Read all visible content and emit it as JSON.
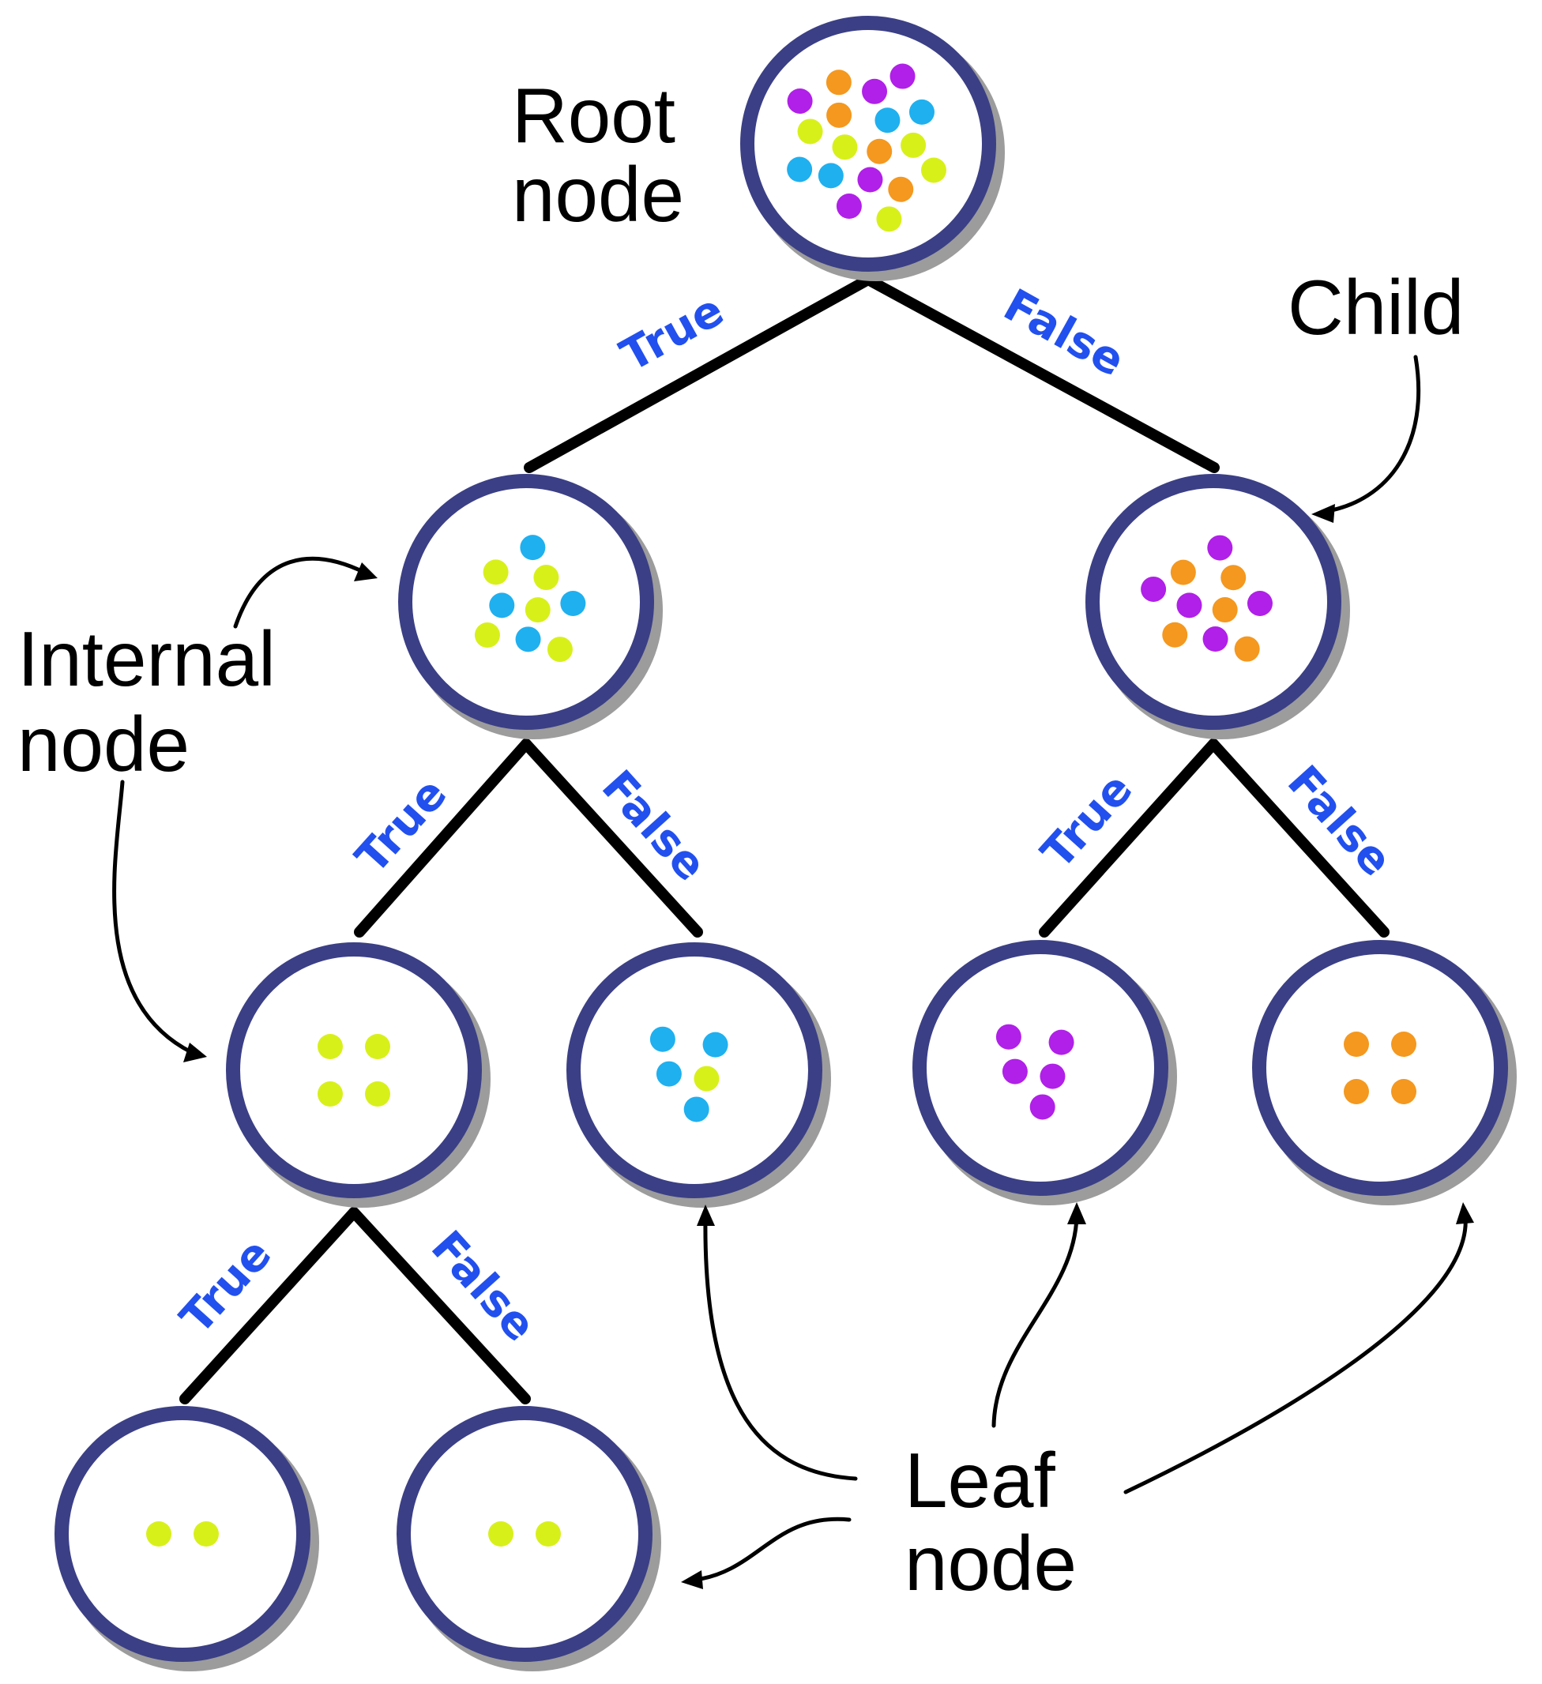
{
  "labels": {
    "root": [
      "Root",
      "node"
    ],
    "child": [
      "Child"
    ],
    "internal": [
      "Internal",
      "node"
    ],
    "leaf": [
      "Leaf",
      "node"
    ],
    "true": "True",
    "false": "False"
  },
  "colors": {
    "node_border": "#3b3f85",
    "edge_label": "#2250ee",
    "dot_orange": "#f4981f",
    "dot_lime": "#d8f01a",
    "dot_blue": "#1fb0ef",
    "dot_purple": "#b020e8"
  },
  "tree": {
    "root": {
      "orange": 4,
      "lime": 5,
      "blue": 4,
      "purple": 5
    },
    "root_true": {
      "orange": 0,
      "lime": 5,
      "blue": 4,
      "purple": 0
    },
    "root_false": {
      "orange": 5,
      "lime": 0,
      "blue": 0,
      "purple": 5
    },
    "tt": {
      "lime": 4
    },
    "tf": {
      "lime": 1,
      "blue": 4
    },
    "ft": {
      "purple": 5
    },
    "ff": {
      "orange": 4
    },
    "ttt": {
      "lime": 2
    },
    "ttf": {
      "lime": 2
    }
  }
}
